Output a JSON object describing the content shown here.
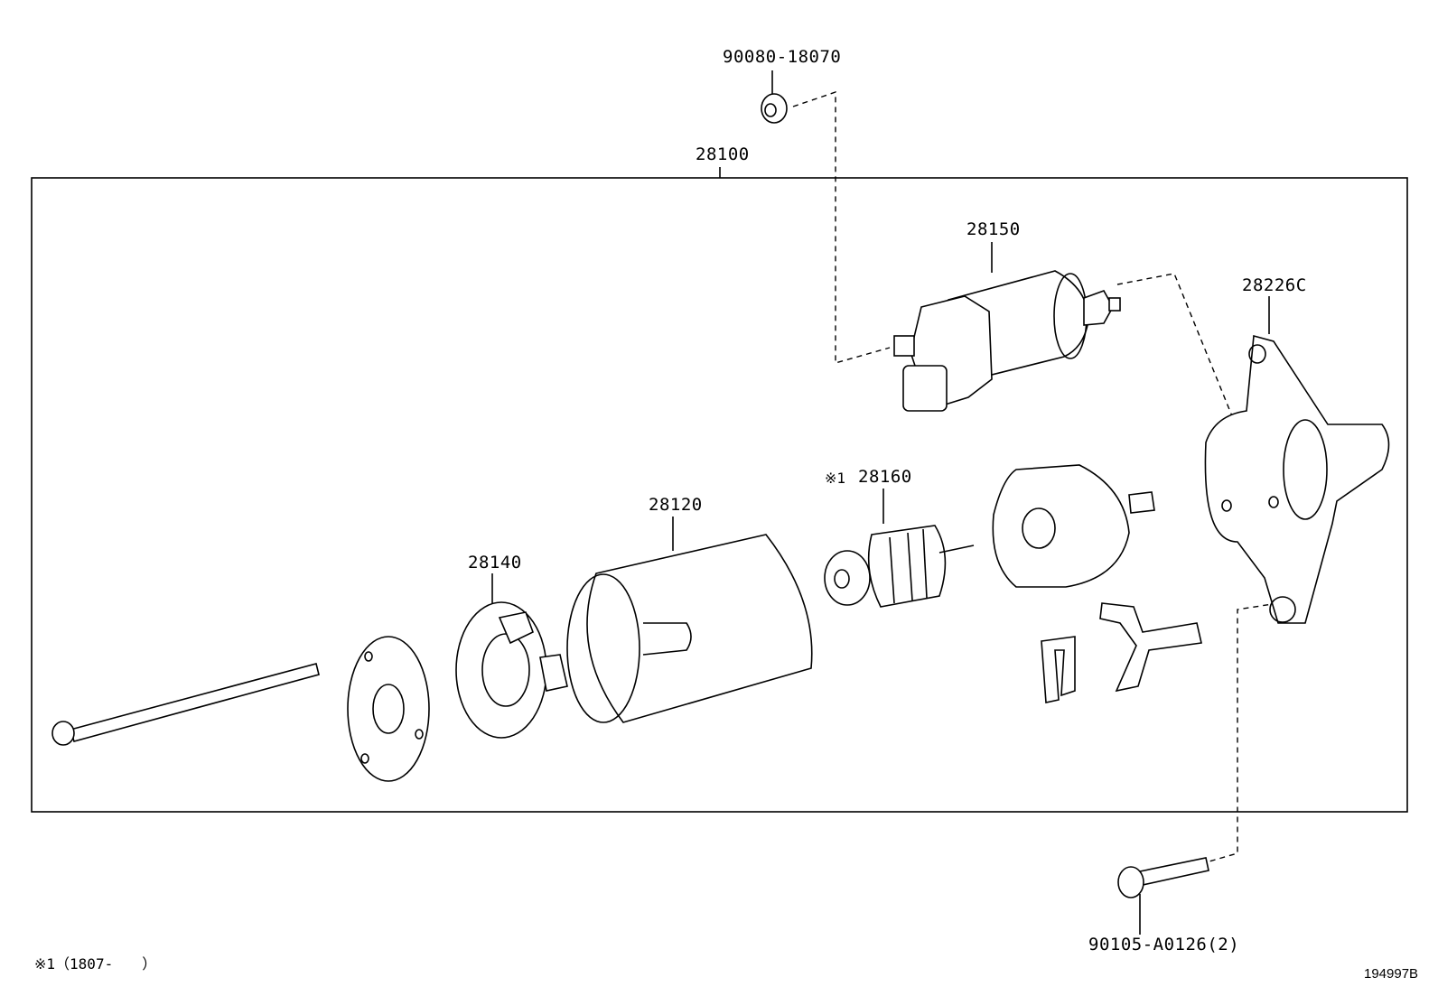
{
  "labels": {
    "assembly": "28100",
    "nut": "90080-18070",
    "solenoid": "28150",
    "housing": "28226C",
    "armature_marker": "※1",
    "armature": "28160",
    "yoke": "28120",
    "brush_holder": "28140",
    "bolt": "90105-A0126(2)"
  },
  "footnote": "※1（1807-　　）",
  "diagram_code": "194997B"
}
